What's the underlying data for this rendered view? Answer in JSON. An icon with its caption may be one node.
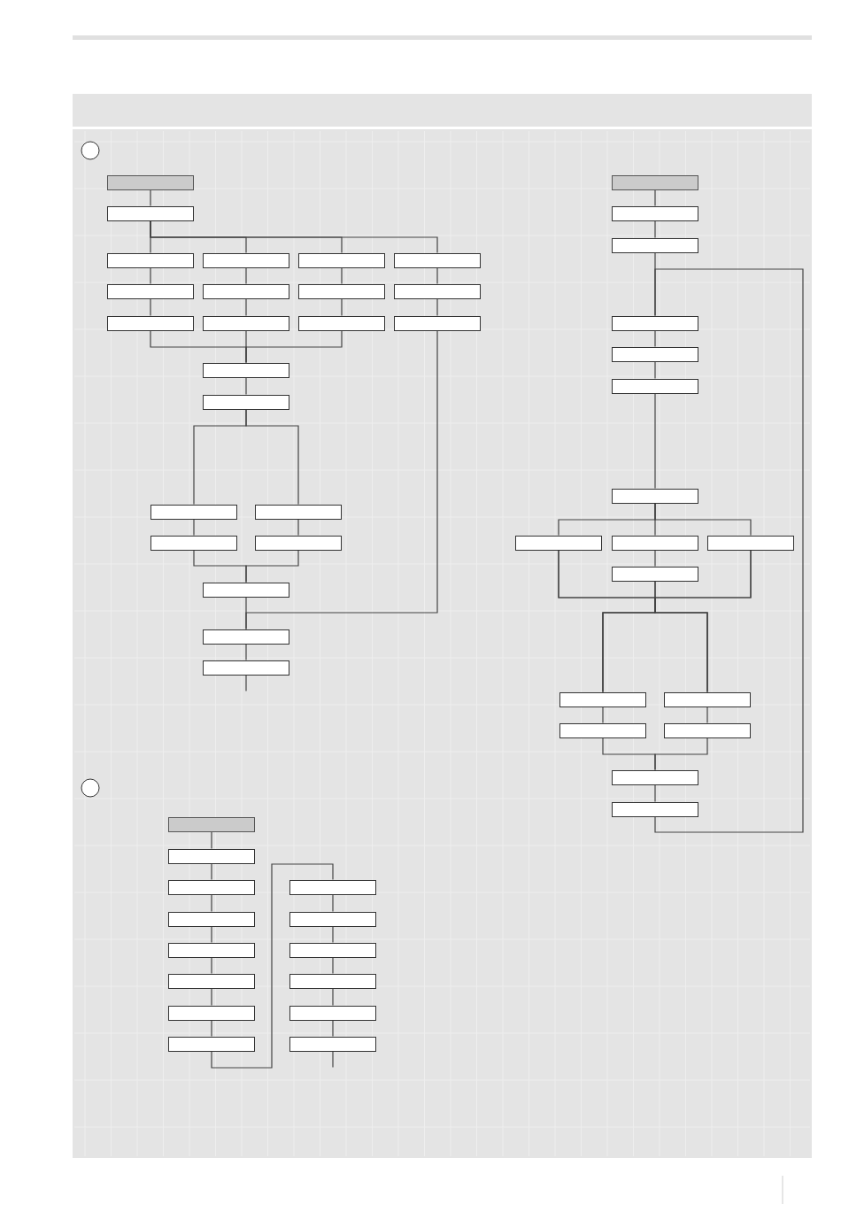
{
  "diagram": {
    "nodes": [
      {
        "text": [],
        "shape": "box"
      },
      {
        "text": [],
        "shape": "box"
      },
      {
        "text": [],
        "shape": "box"
      },
      {
        "text": [],
        "shape": "box"
      },
      {
        "text": [],
        "shape": "box"
      },
      {
        "text": [],
        "shape": "box"
      },
      {
        "text": [],
        "shape": "box"
      },
      {
        "text": [],
        "shape": "box"
      },
      {
        "text": [],
        "shape": "box"
      },
      {
        "text": [],
        "shape": "box"
      },
      {
        "text": [],
        "shape": "box"
      },
      {
        "text": [],
        "shape": "box"
      },
      {
        "text": [],
        "shape": "box"
      },
      {
        "text": [],
        "shape": "box"
      },
      {
        "text": [],
        "shape": "box"
      },
      {
        "text": [],
        "shape": "box"
      },
      {
        "text": [],
        "shape": "box"
      },
      {
        "text": [],
        "shape": "box"
      },
      {
        "text": [],
        "shape": "box"
      },
      {
        "text": [],
        "shape": "box"
      },
      {
        "text": [],
        "shape": "box"
      },
      {
        "text": [],
        "shape": "box"
      },
      {
        "text": [],
        "shape": "box"
      },
      {
        "text": [],
        "shape": "box"
      },
      {
        "text": [],
        "shape": "box"
      },
      {
        "text": [],
        "shape": "box"
      },
      {
        "text": [],
        "shape": "box"
      },
      {
        "text": [],
        "shape": "box"
      },
      {
        "text": [],
        "shape": "box"
      },
      {
        "text": [],
        "shape": "box"
      },
      {
        "text": [],
        "shape": "box"
      },
      {
        "text": [],
        "shape": "box"
      },
      {
        "text": [],
        "shape": "box"
      },
      {
        "text": [],
        "shape": "box"
      },
      {
        "text": [],
        "shape": "box"
      },
      {
        "text": [],
        "shape": "box"
      },
      {
        "text": [],
        "shape": "box"
      },
      {
        "text": [],
        "shape": "box"
      },
      {
        "text": [],
        "shape": "box"
      },
      {
        "text": [],
        "shape": "box"
      },
      {
        "text": [],
        "shape": "box"
      },
      {
        "text": [],
        "shape": "box"
      },
      {
        "text": [],
        "shape": "box"
      },
      {
        "text": [],
        "shape": "box"
      },
      {
        "text": [],
        "shape": "box"
      },
      {
        "text": [],
        "shape": "box"
      },
      {
        "text": [],
        "shape": "box"
      },
      {
        "text": [],
        "shape": "box"
      },
      {
        "text": [],
        "shape": "box"
      },
      {
        "text": [],
        "shape": "box"
      },
      {
        "text": [],
        "shape": "box"
      },
      {
        "text": [],
        "shape": "box"
      },
      {
        "text": [],
        "shape": "box"
      },
      {
        "text": [],
        "shape": "box"
      }
    ],
    "edges": [
      {
        "from": 0,
        "to": 1,
        "arrow": "none"
      },
      {
        "from": 1,
        "to": 2,
        "arrow": "none"
      },
      {
        "from": 1,
        "to": 3,
        "arrow": "none"
      },
      {
        "from": 1,
        "to": 4,
        "arrow": "none"
      },
      {
        "from": 1,
        "to": 5,
        "arrow": "none"
      },
      {
        "from": 2,
        "to": 6,
        "arrow": "none"
      },
      {
        "from": 3,
        "to": 7,
        "arrow": "none"
      },
      {
        "from": 4,
        "to": 8,
        "arrow": "none"
      },
      {
        "from": 5,
        "to": 9,
        "arrow": "none"
      },
      {
        "from": 6,
        "to": 10,
        "arrow": "none"
      },
      {
        "from": 7,
        "to": 11,
        "arrow": "none"
      },
      {
        "from": 8,
        "to": 12,
        "arrow": "none"
      },
      {
        "from": 9,
        "to": 13,
        "arrow": "none"
      },
      {
        "from": 10,
        "to": 14,
        "arrow": "none"
      },
      {
        "from": 11,
        "to": 14,
        "arrow": "none"
      },
      {
        "from": 12,
        "to": 14,
        "arrow": "none"
      },
      {
        "from": 14,
        "to": 15,
        "arrow": "none"
      },
      {
        "from": 15,
        "to": 16,
        "arrow": "none"
      },
      {
        "from": 15,
        "to": 17,
        "arrow": "none"
      },
      {
        "from": 16,
        "to": 18,
        "arrow": "none"
      },
      {
        "from": 17,
        "to": 19,
        "arrow": "none"
      },
      {
        "from": 18,
        "to": 20,
        "arrow": "none"
      },
      {
        "from": 19,
        "to": 20,
        "arrow": "none"
      },
      {
        "from": 20,
        "to": 21,
        "arrow": "none"
      },
      {
        "from": 13,
        "to": 21,
        "arrow": "none"
      },
      {
        "from": 21,
        "to": 22,
        "arrow": "none"
      },
      {
        "from": 22,
        "to": null,
        "arrow": "none"
      },
      {
        "from": 23,
        "to": 24,
        "arrow": "none"
      },
      {
        "from": 24,
        "to": 25,
        "arrow": "none"
      },
      {
        "from": 25,
        "to": 26,
        "arrow": "none"
      },
      {
        "from": 26,
        "to": 27,
        "arrow": "none"
      },
      {
        "from": 27,
        "to": 28,
        "arrow": "none"
      },
      {
        "from": 28,
        "to": 29,
        "arrow": "none"
      },
      {
        "from": 29,
        "to": 30,
        "arrow": "none"
      },
      {
        "from": 29,
        "to": 31,
        "arrow": "none"
      },
      {
        "from": 29,
        "to": 32,
        "arrow": "none"
      },
      {
        "from": 31,
        "to": 33,
        "arrow": "none"
      },
      {
        "from": 30,
        "to": 34,
        "arrow": "none"
      },
      {
        "from": 30,
        "to": 35,
        "arrow": "none"
      },
      {
        "from": 33,
        "to": 34,
        "arrow": "none"
      },
      {
        "from": 33,
        "to": 35,
        "arrow": "none"
      },
      {
        "from": 32,
        "to": 34,
        "arrow": "none"
      },
      {
        "from": 32,
        "to": 35,
        "arrow": "none"
      },
      {
        "from": 34,
        "to": 36,
        "arrow": "none"
      },
      {
        "from": 35,
        "to": 37,
        "arrow": "none"
      },
      {
        "from": 36,
        "to": 38,
        "arrow": "none"
      },
      {
        "from": 37,
        "to": 38,
        "arrow": "none"
      },
      {
        "from": 38,
        "to": 39,
        "arrow": "none"
      },
      {
        "from": 39,
        "to": 26,
        "arrow": "none"
      },
      {
        "from": 40,
        "to": 41,
        "arrow": "none"
      },
      {
        "from": 41,
        "to": 42,
        "arrow": "none"
      },
      {
        "from": 42,
        "to": 43,
        "arrow": "none"
      },
      {
        "from": 43,
        "to": 44,
        "arrow": "none"
      },
      {
        "from": 44,
        "to": 45,
        "arrow": "none"
      },
      {
        "from": 45,
        "to": 46,
        "arrow": "none"
      },
      {
        "from": 46,
        "to": 47,
        "arrow": "none"
      },
      {
        "from": 47,
        "to": 48,
        "arrow": "none"
      },
      {
        "from": 48,
        "to": 49,
        "arrow": "none"
      },
      {
        "from": 49,
        "to": 50,
        "arrow": "none"
      },
      {
        "from": 50,
        "to": 51,
        "arrow": "none"
      },
      {
        "from": 51,
        "to": 52,
        "arrow": "none"
      },
      {
        "from": 52,
        "to": 53,
        "arrow": "none"
      },
      {
        "from": 53,
        "to": null,
        "arrow": "none"
      }
    ]
  }
}
